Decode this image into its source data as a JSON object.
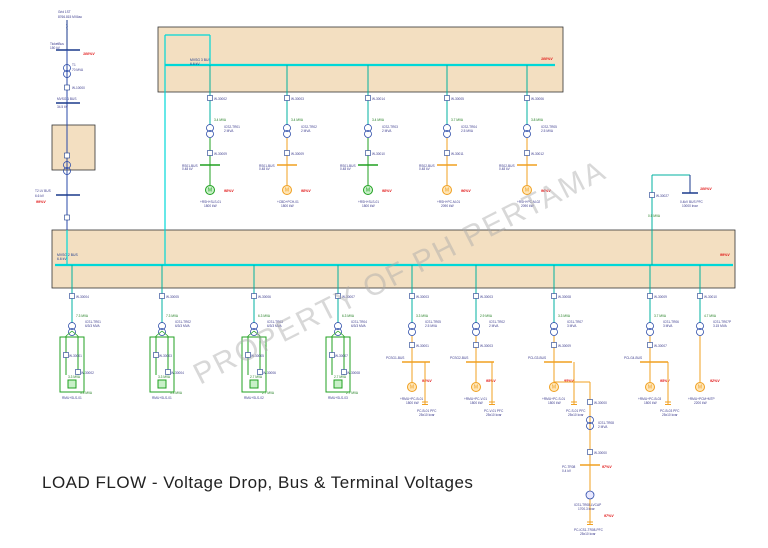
{
  "title": "LOAD FLOW - Voltage Drop, Bus & Terminal Voltages",
  "watermark": "PROPERTY OF PH PERTAMA",
  "colors": {
    "bus": "#00d8d8",
    "branch": "#00b0a0",
    "motor_on": "#20a020",
    "motor_load": "#f0a020",
    "zone_fill": "#f3dfc1",
    "zone_stroke": "#333333",
    "red_text": "#e01010",
    "label_text": "#3a3a8c"
  },
  "source": {
    "grid_name": "Grid 1ST",
    "grid_rating": "8766.815 MVAsc",
    "bus_name": "TicketBus",
    "bus_kv": "150 kV",
    "drop": "100%V"
  },
  "main_transformer": {
    "name": "T1",
    "rating": "70 MVA",
    "cb": "W-10000",
    "bus": "MVSG 1 BUS",
    "bus_kv": "34.5 kV"
  },
  "buses": {
    "upper": {
      "name": "MVSG 3 BUS",
      "kv": "6.6 kV",
      "drop": "100%V"
    },
    "lower": {
      "name": "MVSG 2 BUS",
      "kv": "6.6 kV",
      "drop": "99%V"
    },
    "t2": {
      "name": "T2 LV BUS",
      "kv": "6.6 kV",
      "drop": "99%V"
    }
  },
  "upper_feeders": [
    {
      "cb": "W-30002",
      "flow": "3.4 MVA",
      "tx": "ICS2-TR01",
      "tx_mva": "2 MVA",
      "cb2": "W-30009",
      "bus": "RS01-BUS",
      "bus_kv": "0.48 kV",
      "load": "+RSH+SLS-01",
      "load_kw": "1800 kW",
      "pct": "98%V",
      "kind": "on"
    },
    {
      "cb": "W-30003",
      "flow": "3.4 MVA",
      "tx": "ICS2-TR02",
      "tx_mva": "2 MVA",
      "cb2": "W-30009",
      "bus": "RS01-BUS",
      "bus_kv": "0.48 kV",
      "load": "+CBD+PCH-01",
      "load_kw": "1800 kW",
      "pct": "98%V",
      "kind": "load"
    },
    {
      "cb": "W-30014",
      "flow": "3.4 MVA",
      "tx": "ICS2-TR03",
      "tx_mva": "2 MVA",
      "cb2": "W-30010",
      "bus": "RS01-BUS",
      "bus_kv": "0.48 kV",
      "load": "+RSH+SLS-01",
      "load_kw": "1800 kW",
      "pct": "98%V",
      "kind": "on"
    },
    {
      "cb": "W-30005",
      "flow": "3.7 MVA",
      "tx": "ICS2-TR04",
      "tx_mva": "2.5 MVA",
      "cb2": "W-30011",
      "bus": "RS02-BUS",
      "bus_kv": "0.48 kV",
      "load": "+RSH+PC-M-01",
      "load_kw": "2090 kW",
      "pct": "96%V",
      "kind": "load"
    },
    {
      "cb": "W-30006",
      "flow": "3.8 MVA",
      "tx": "ICS2-TR05",
      "tx_mva": "2.5 MVA",
      "cb2": "W-30012",
      "bus": "RS02-BUS",
      "bus_kv": "0.48 kV",
      "load": "+RSH+PC-M-02",
      "load_kw": "2090 kW",
      "pct": "96%V",
      "kind": "load"
    }
  ],
  "side_feeder": {
    "cb": "W-30027",
    "flow": "0.5 MVA",
    "bus": "0.4kV BUS PFC",
    "bus_kv": "0.4 kV",
    "load_kw": "10000 kvar",
    "pct": "100%V"
  },
  "lower_feeders": [
    {
      "cb": "W-30004",
      "flow": "7.3 MVA",
      "tx": "ICS1-TR01",
      "tx_mva": "6/3/3 MVA",
      "cb2": "W-30001",
      "cb3": "W-30002",
      "flow2": "3.3 MVA",
      "flow3": "3.3 MVA",
      "load": "RMU+SLS-01"
    },
    {
      "cb": "W-30005",
      "flow": "7.3 MVA",
      "tx": "ICS1-TR02",
      "tx_mva": "6/3/3 MVA",
      "cb2": "W-30003",
      "cb3": "W-30004",
      "flow2": "3.3 MVA",
      "flow3": "3.3 MVA",
      "load": "RMU+SLS-01"
    },
    {
      "cb": "W-30006",
      "flow": "6.3 MVA",
      "tx": "ICS1-TR03",
      "tx_mva": "6/3/3 MVA",
      "cb2": "W-30005",
      "cb3": "W-30006",
      "flow2": "2.7 MVA",
      "flow3": "2.7 MVA",
      "load": "RMU+SLS-02"
    },
    {
      "cb": "W-30007",
      "flow": "6.3 MVA",
      "tx": "ICS1-TR04",
      "tx_mva": "6/3/3 MVA",
      "cb2": "W-30007",
      "cb3": "W-30008",
      "flow2": "2.7 MVA",
      "flow3": "2.7 MVA",
      "load": "RMU+SLS-03"
    },
    {
      "cb": "W-30003",
      "flow": "3.3 MVA",
      "tx": "ICS1-TR05",
      "tx_mva": "2.5 MVA",
      "cb2": "W-30001",
      "bus": "PCSG1-BUS",
      "load": "+RMU+PC-B-01",
      "load_kw": "1800 kW",
      "pct": "95%V"
    },
    {
      "cb": "W-30003",
      "flow": "2.9 MVA",
      "tx": "ICS1-TR02",
      "tx_mva": "2 MVA",
      "cb2": "W-30003",
      "bus": "PCSG2-BUS",
      "load": "+RMU+PC-V-01",
      "load_kw": "1800 kW",
      "pct": "95%V"
    },
    {
      "cb": "W-30008",
      "flow": "3.3 MVA",
      "tx": "ICS1-TR07",
      "tx_mva": "3 MVA",
      "cb2": "W-30009",
      "bus": "PCLG3-BUS",
      "load": "+RMU+PC-S-01",
      "load_kw": "1800 kW",
      "pct": "95%V"
    },
    {
      "cb": "W-30009",
      "flow": "3.7 MVA",
      "tx": "ICS1-TR06",
      "tx_mva": "3 MVA",
      "cb2": "W-30007",
      "bus": "PCLG4-BUS",
      "load": "+RMU+PC-B-03",
      "load_kw": "1800 kW",
      "pct": "95%V"
    },
    {
      "cb": "W-30010",
      "flow": "4.7 MVA",
      "tx": "ICS1-TR07P",
      "tx_mva": "3.15 MVA",
      "cb2": "",
      "bus": "",
      "load": "+RMU+PCM+MTP",
      "load_kw": "2200 kW",
      "pct": "92%V"
    }
  ],
  "pfc_loads": [
    {
      "name": "PC-B-01 PFC",
      "rating": "25x10 kvar"
    },
    {
      "name": "PC-V-01 PFC",
      "rating": "25x10 kvar"
    },
    {
      "name": "PC-S-01 PFC",
      "rating": "25x10 kvar"
    },
    {
      "name": "PC-B-03 PFC",
      "rating": "25x10 kvar"
    }
  ],
  "tail": {
    "cb": "W-30000",
    "tx": "ICS1-TR08",
    "tx_mva": "2 MVA",
    "cb2": "W-30000",
    "bus": "PC-TR08",
    "bus_kv": "0.4 kV",
    "load": "ICS1-TR08-LVCAP",
    "load_kw": "1700.3 kvar",
    "pfc": "PC-ICS1-TR08-PFC",
    "pfc_rating": "25x10 kvar",
    "pct1": "97%V",
    "pct2": "97%V"
  }
}
